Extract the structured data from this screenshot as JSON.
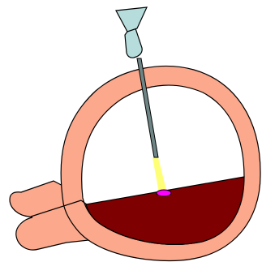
{
  "diagram": {
    "background_color": "#ffffff",
    "colors": {
      "outline": "#000000",
      "wall": "#fba88c",
      "cavity": "#ffffff",
      "fluid": "#7f0000",
      "needle_fitting": "#b6dcdc",
      "needle_shaft": "#6f8585",
      "light_beam": "#ffff77",
      "needle_tip_spot": "#ff00ff"
    },
    "parts": {
      "sac_wall": "sac-wall",
      "side_tube": "side-tube",
      "cavity": "cavity",
      "fluid_pool": "fluid-pool",
      "needle_hub": "needle-hub",
      "needle_collar": "needle-collar",
      "needle_shaft": "needle-shaft",
      "light_beam": "light-beam",
      "tip_spot": "tip-spot"
    }
  }
}
